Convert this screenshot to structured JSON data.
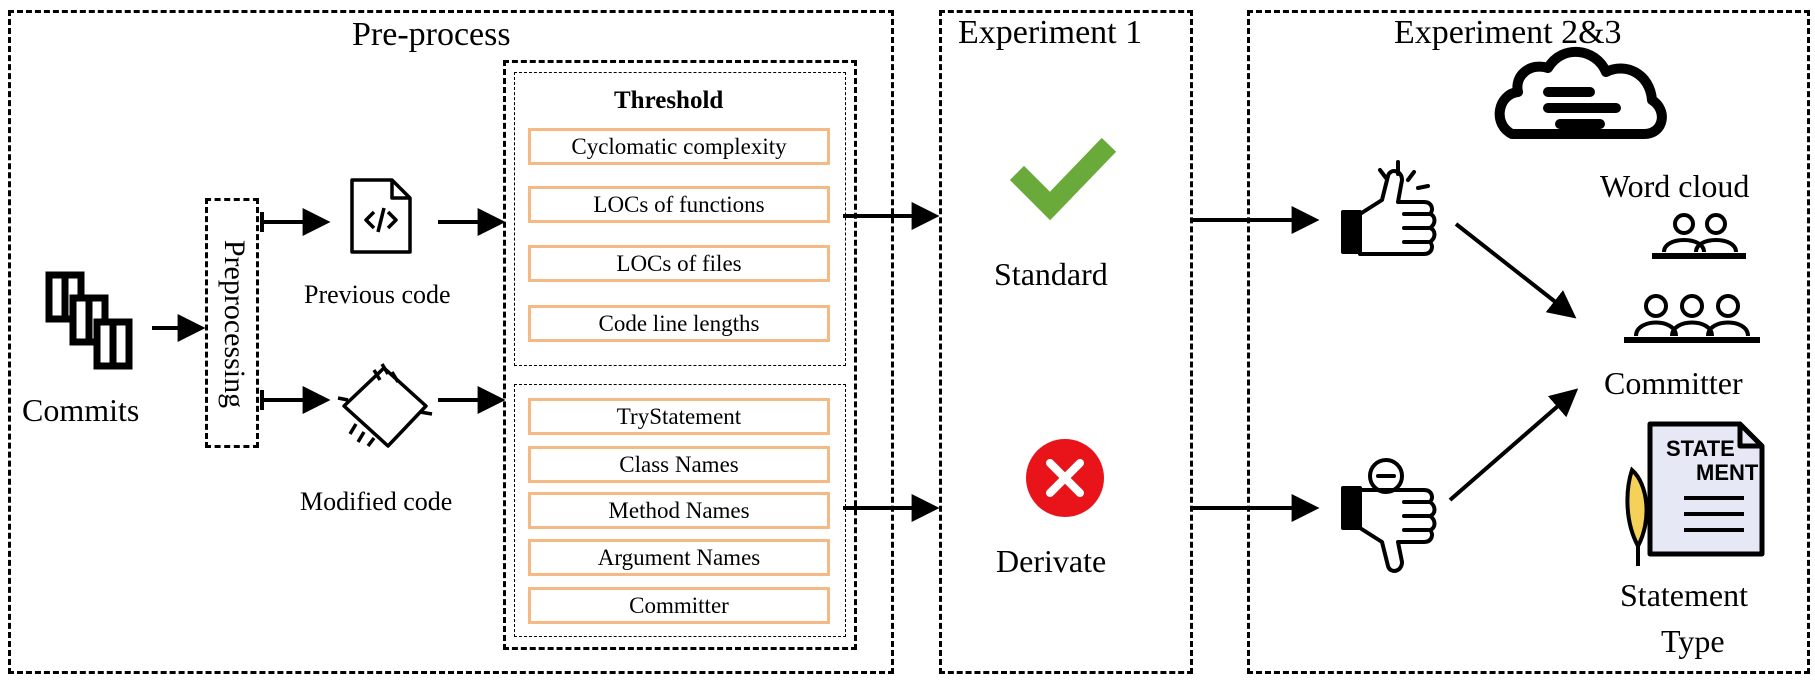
{
  "panels": {
    "preprocess": "Pre-process",
    "experiment1": "Experiment 1",
    "experiment23": "Experiment 2&3"
  },
  "left": {
    "commits": "Commits",
    "preprocessing": "Preprocessing",
    "previous_code": "Previous code",
    "modified_code": "Modified code"
  },
  "threshold_group": {
    "title": "Threshold",
    "items": [
      "Cyclomatic complexity",
      "LOCs of functions",
      "LOCs of files",
      "Code line lengths"
    ]
  },
  "other_group": {
    "items": [
      "TryStatement",
      "Class Names",
      "Method Names",
      "Argument Names",
      "Committer"
    ]
  },
  "experiment1": {
    "standard": "Standard",
    "derivate": "Derivate"
  },
  "experiment23": {
    "word_cloud": "Word cloud",
    "committer": "Committer",
    "statement_type_line1": "Statement",
    "statement_type_line2": "Type",
    "statement_icon_text_1": "STATE",
    "statement_icon_text_2": "MENT"
  },
  "colors": {
    "threshold_border": "#f5b983",
    "check_green": "#6aaa3a",
    "cross_red": "#e8141a",
    "doc_fill": "#e6e8f5",
    "quill_fill": "#f5d15a"
  }
}
